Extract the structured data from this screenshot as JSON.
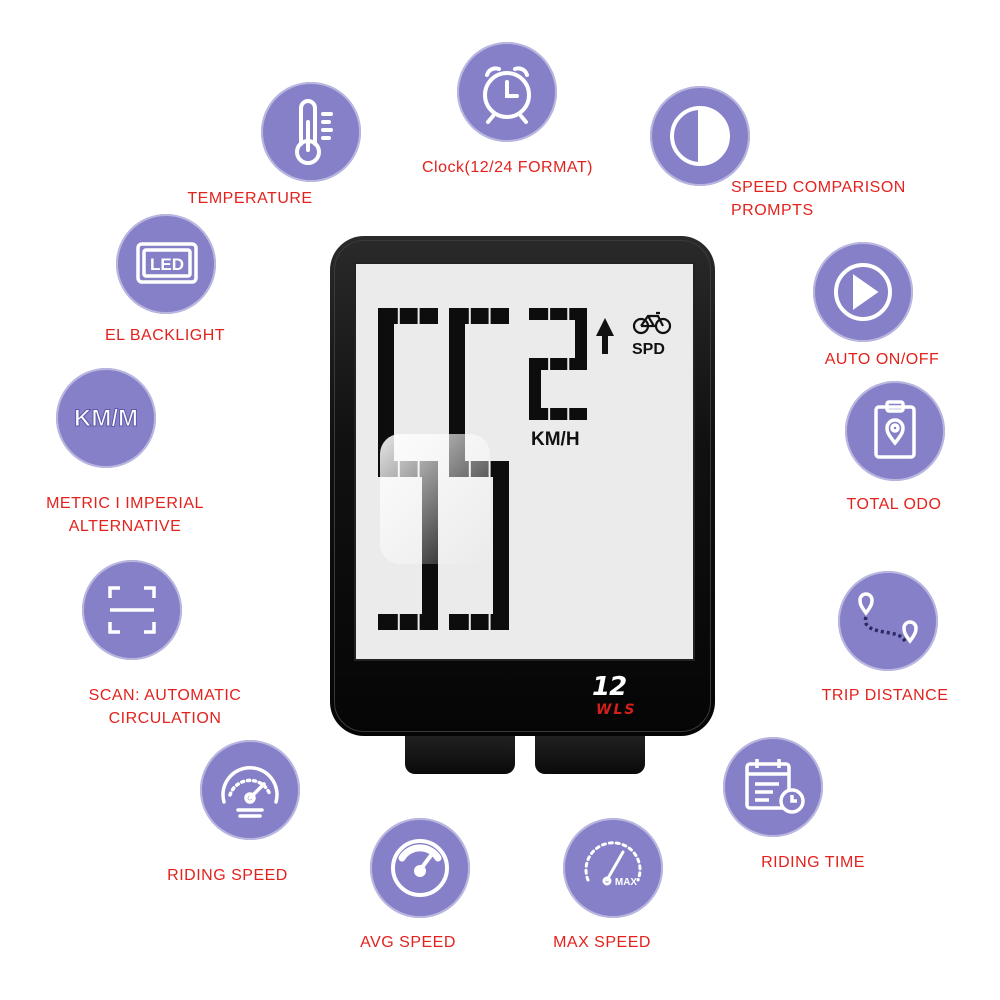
{
  "features": [
    {
      "id": "clock",
      "icon": "alarm-clock-icon",
      "lines": [
        "Clock(12/24 FORMAT)"
      ]
    },
    {
      "id": "temperature",
      "icon": "thermometer-icon",
      "lines": [
        "TEMPERATURE"
      ]
    },
    {
      "id": "speed-comparison",
      "icon": "half-circle-icon",
      "lines": [
        "SPEED COMPARISON",
        "PROMPTS"
      ]
    },
    {
      "id": "el-backlight",
      "icon": "led-screen-icon",
      "icon_text": "LED",
      "lines": [
        "EL BACKLIGHT"
      ]
    },
    {
      "id": "auto-on-off",
      "icon": "play-arrow-icon",
      "lines": [
        "AUTO ON/OFF"
      ]
    },
    {
      "id": "metric-imperial",
      "icon": "km-m-text-icon",
      "icon_text": "KM/M",
      "lines": [
        "METRIC I IMPERIAL",
        "ALTERNATIVE"
      ]
    },
    {
      "id": "total-odo",
      "icon": "clipboard-location-icon",
      "lines": [
        "TOTAL ODO"
      ]
    },
    {
      "id": "scan",
      "icon": "scan-frame-icon",
      "lines": [
        "SCAN: AUTOMATIC",
        "CIRCULATION"
      ]
    },
    {
      "id": "trip-distance",
      "icon": "route-pins-icon",
      "lines": [
        "TRIP DISTANCE"
      ]
    },
    {
      "id": "riding-speed",
      "icon": "speedometer-icon",
      "lines": [
        "RIDING SPEED"
      ]
    },
    {
      "id": "riding-time",
      "icon": "calendar-clock-icon",
      "lines": [
        "RIDING TIME"
      ]
    },
    {
      "id": "avg-speed",
      "icon": "avg-gauge-icon",
      "lines": [
        "AVG SPEED"
      ]
    },
    {
      "id": "max-speed",
      "icon": "max-gauge-icon",
      "icon_text": "MAX",
      "lines": [
        "MAX SPEED"
      ]
    }
  ],
  "device": {
    "speed_digits": "55",
    "small_digit": "2",
    "unit": "KM/H",
    "mode": "SPD",
    "brand_number": "12",
    "brand_text": "WLS",
    "mode_icon": "bicycle-icon",
    "trend_icon": "up-arrow-icon"
  },
  "colors": {
    "circle": "#8580c7",
    "label": "#e3221e",
    "device": "#111111",
    "lcd": "#ebebeb"
  }
}
